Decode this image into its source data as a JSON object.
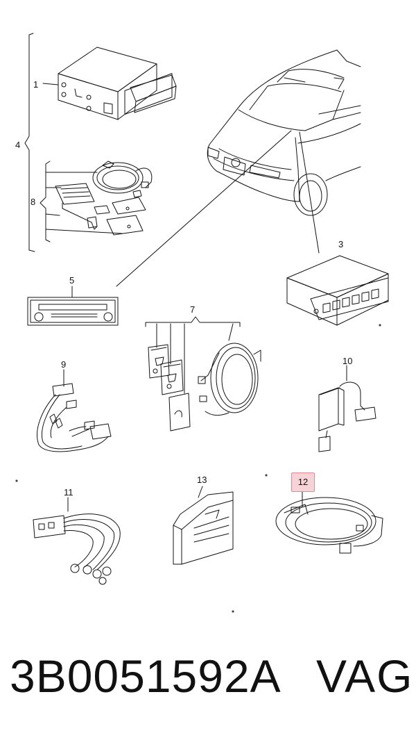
{
  "callouts": {
    "c1": "1",
    "c3": "3",
    "c4": "4",
    "c5": "5",
    "c7": "7",
    "c8": "8",
    "c9": "9",
    "c10": "10",
    "c11": "11",
    "c12": "12",
    "c13": "13"
  },
  "highlight": {
    "callout": "12",
    "color": "#f6d3d6",
    "border_color": "#e08a92"
  },
  "footer": {
    "part_number": "3B0051592A",
    "brand": "VAG"
  },
  "icons": [
    "cd-changer",
    "vehicle-front",
    "radio-unit",
    "radio-faceplate",
    "wiring-harness",
    "antenna-cable",
    "adapter-cable",
    "rca-cable",
    "instruction-booklet",
    "parts-kit"
  ]
}
